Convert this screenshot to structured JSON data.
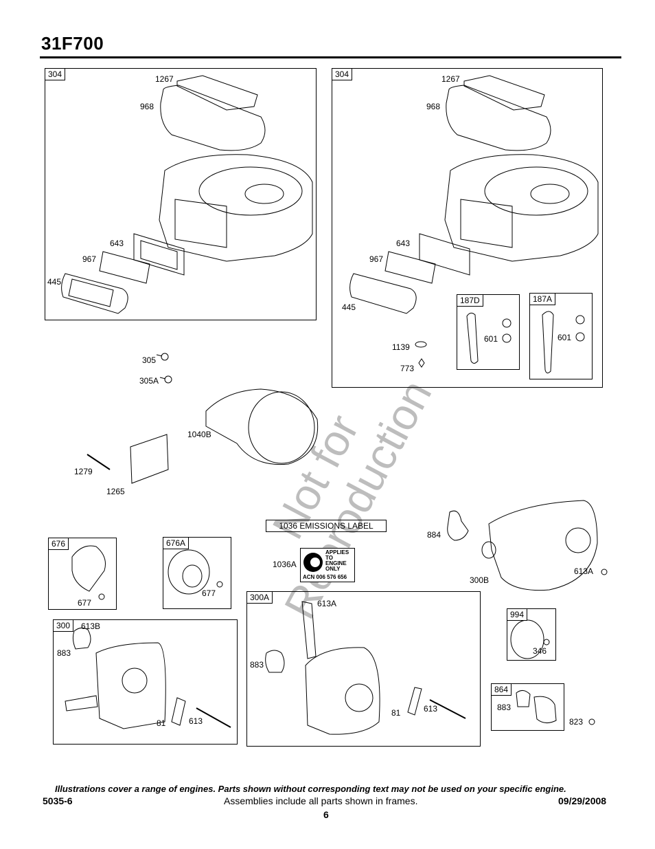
{
  "header": {
    "model": "31F700"
  },
  "watermark": {
    "line1": "Not for",
    "line2": "Reproduction"
  },
  "frames": {
    "f304_left": {
      "tag": "304"
    },
    "f304_right": {
      "tag": "304"
    },
    "f187D": {
      "tag": "187D"
    },
    "f187A": {
      "tag": "187A"
    },
    "f676": {
      "tag": "676"
    },
    "f676A": {
      "tag": "676A"
    },
    "f300": {
      "tag": "300"
    },
    "f300A": {
      "tag": "300A"
    },
    "f994": {
      "tag": "994"
    },
    "f864": {
      "tag": "864"
    }
  },
  "labels": {
    "l1267a": "1267",
    "l968a": "968",
    "l643a": "643",
    "l967a": "967",
    "l445a": "445",
    "l1267b": "1267",
    "l968b": "968",
    "l643b": "643",
    "l967b": "967",
    "l445b": "445",
    "l1139": "1139",
    "l773": "773",
    "l601d": "601",
    "l601a": "601",
    "l305": "305",
    "l305A": "305A",
    "l1040B": "1040B",
    "l1279": "1279",
    "l1265": "1265",
    "l884": "884",
    "l300B": "300B",
    "l613A_top": "613A",
    "l1036A": "1036A",
    "l677a": "677",
    "l677b": "677",
    "l613B": "613B",
    "l883a": "883",
    "l81a": "81",
    "l613a": "613",
    "l613A_300A": "613A",
    "l883b": "883",
    "l81b": "81",
    "l613b": "613",
    "l346": "346",
    "l883c": "883",
    "l823": "823"
  },
  "emissions": {
    "box_label": "1036 EMISSIONS LABEL",
    "decal_line1": "APPLIES",
    "decal_line2": "TO",
    "decal_line3": "ENGINE",
    "decal_line4": "ONLY",
    "decal_acn": "ACN 006 576 656"
  },
  "footer": {
    "note": "Illustrations cover a range of engines. Parts shown without corresponding text may not be used on your specific engine.",
    "doc_no": "5035-6",
    "assemblies": "Assemblies include all parts shown in frames.",
    "date": "09/29/2008",
    "page": "6"
  }
}
